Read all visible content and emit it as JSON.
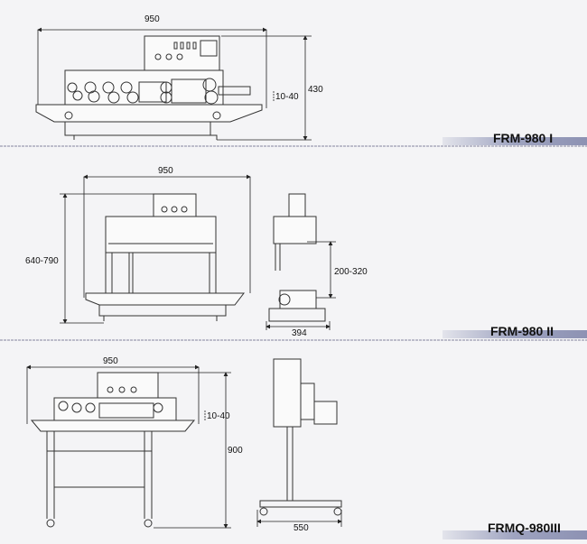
{
  "sections": [
    {
      "model": "FRM-980 I",
      "dimensions": {
        "width": "950",
        "height": "430",
        "gap": "10-40"
      }
    },
    {
      "model": "FRM-980 II",
      "dimensions": {
        "width": "950",
        "height": "640-790",
        "adjust": "200-320",
        "depth": "394"
      }
    },
    {
      "model": "FRMQ-980III",
      "dimensions": {
        "width": "950",
        "gap": "10-40",
        "height": "900",
        "depth": "550"
      }
    }
  ],
  "colors": {
    "band": "#9ea3c0",
    "line": "#333333"
  }
}
